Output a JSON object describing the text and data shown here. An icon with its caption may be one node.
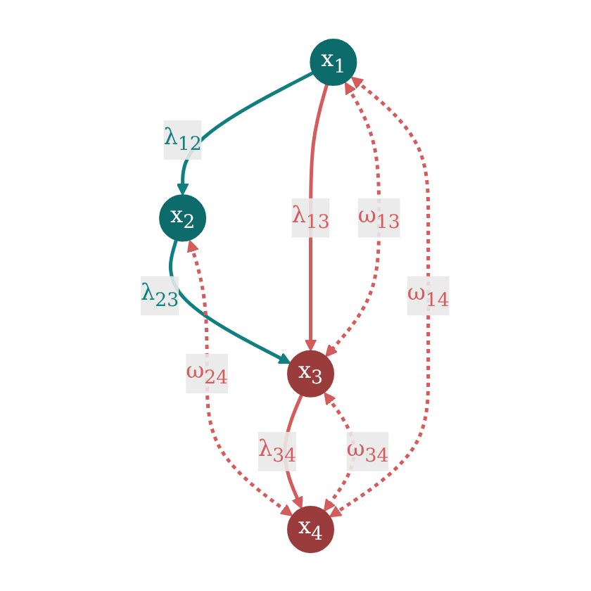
{
  "diagram": {
    "nodes": [
      {
        "text": [
          "x$_{1}$"
        ]
      },
      {
        "text": [
          "x$_{2}$"
        ]
      },
      {
        "text": [
          "x$_{3}$"
        ]
      },
      {
        "text": [
          "x$_{4}$"
        ]
      }
    ],
    "edges": [
      {
        "from": 0,
        "to": 1,
        "arrow": "to",
        "label": "λ$_{12}$",
        "color": "#0f7f7f"
      },
      {
        "from": 1,
        "to": 2,
        "arrow": "to",
        "label": "λ$_{23}$",
        "color": "#0f7f7f"
      },
      {
        "from": 0,
        "to": 2,
        "arrow": "to",
        "label": "λ$_{13}$"
      },
      {
        "from": 2,
        "to": 3,
        "arrow": "to",
        "label": "λ$_{34}$"
      },
      {
        "from": 0,
        "to": 2,
        "arrow": "both",
        "label": "ω$_{13}$",
        "style": "dashed"
      },
      {
        "from": 0,
        "to": 3,
        "arrow": "both",
        "label": "ω$_{14}$",
        "style": "dashed"
      },
      {
        "from": 1,
        "to": 3,
        "arrow": "both",
        "label": "ω$_{24}$",
        "style": "dashed"
      },
      {
        "from": 2,
        "to": 3,
        "arrow": "both",
        "label": "ω$_{34}$",
        "style": "dashed"
      }
    ]
  }
}
